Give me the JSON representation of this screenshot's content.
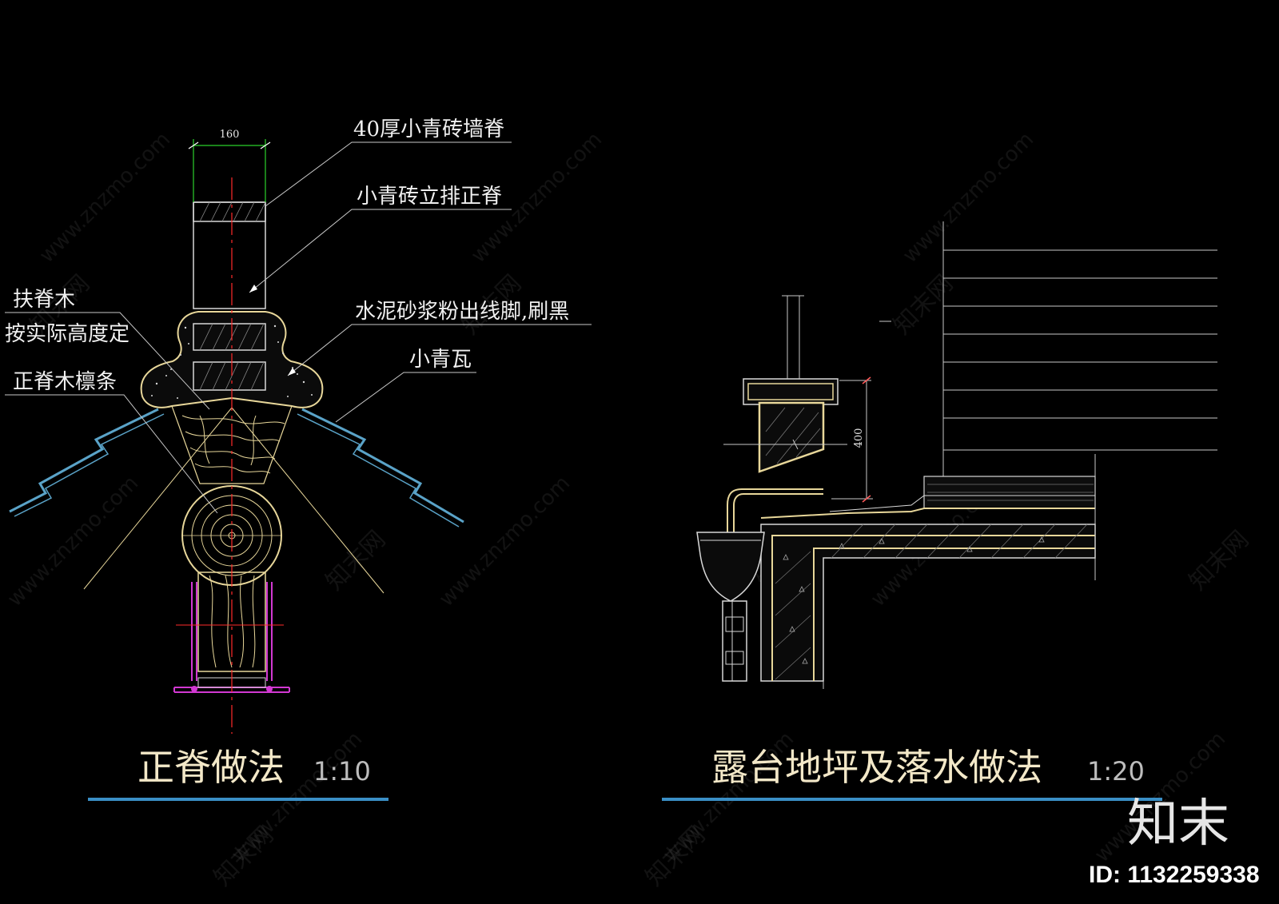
{
  "left_detail": {
    "dimension": "160",
    "labels": {
      "brick_wall_ridge": "40厚小青砖墙脊",
      "upright_brick_ridge": "小青砖立排正脊",
      "ridge_support_wood": "扶脊木",
      "height_note": "按实际高度定",
      "cement_mortar": "水泥砂浆粉出线脚,刷黑",
      "ridge_purlin": "正脊木檩条",
      "small_tile": "小青瓦"
    },
    "title": "正脊做法",
    "scale": "1:10"
  },
  "right_detail": {
    "dimension": "400",
    "title": "露台地坪及落水做法",
    "scale": "1:20"
  },
  "watermark": {
    "url": "www.znzmo.com",
    "site": "知末网"
  },
  "brand": {
    "logo": "知末",
    "id_text": "ID: 1132259338"
  },
  "colors": {
    "background": "#000000",
    "leader": "#c8c8c8",
    "dimension": "#2bd12b",
    "centerline": "#ff2a2a",
    "tile": "#5aa3c8",
    "wood": "#e8d79a",
    "bracket": "#d238d2",
    "underline": "#3a8fc6",
    "title": "#f3e8c8"
  }
}
